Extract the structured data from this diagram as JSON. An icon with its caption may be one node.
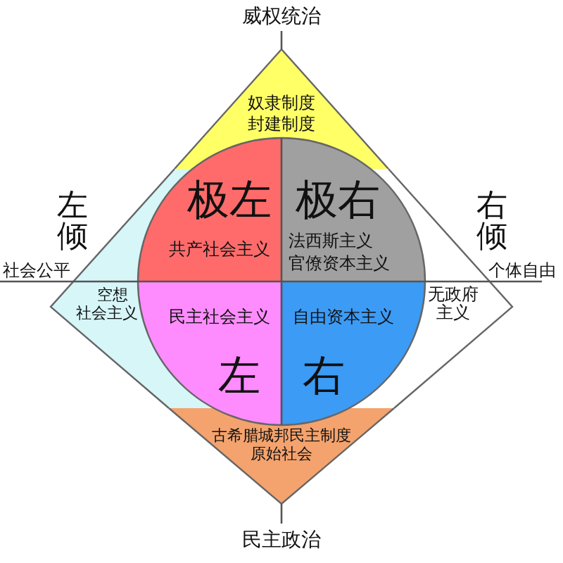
{
  "diagram": {
    "nodes": [
      {
        "text": [
          "奴隶制度",
          "封建制度"
        ]
      },
      {
        "text": [
          "极左",
          "共产社会主义"
        ]
      },
      {
        "text": [
          "极右",
          "法西斯主义",
          "官僚资本主义"
        ]
      },
      {
        "text": [
          "空想社会主义"
        ]
      },
      {
        "text": [
          "无政府主义"
        ]
      },
      {
        "text": [
          "民主社会主义",
          "左"
        ]
      },
      {
        "text": [
          "自由资本主义",
          "右"
        ]
      },
      {
        "text": [
          "古希腊城邦民主制度",
          "原始社会"
        ]
      }
    ],
    "labels": [
      "威权统治",
      "左倾",
      "右倾",
      "社会公平",
      "个体自由",
      "民主政治"
    ]
  }
}
